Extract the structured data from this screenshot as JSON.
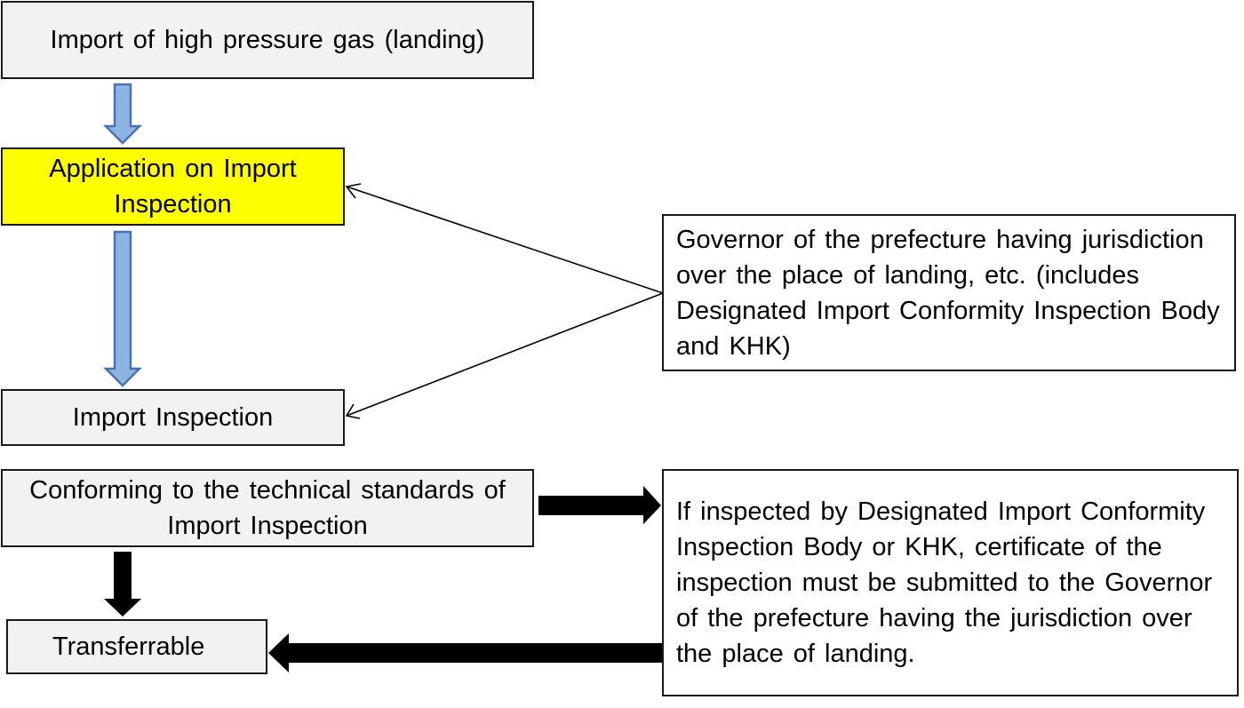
{
  "boxes": {
    "import_landing": "Import of high pressure gas (landing)",
    "application": "Application on Import Inspection",
    "import_inspection": "Import Inspection",
    "conforming": "Conforming to the technical standards of Import Inspection",
    "transferrable": "Transferrable",
    "governor": "Governor of the prefecture having jurisdiction over the place of landing, etc. (includes Designated Import Conformity Inspection Body and KHK)",
    "certificate_note": "If inspected by Designated Import Conformity Inspection Body or KHK, certificate of the inspection must be submitted to the Governor of the prefecture having the jurisdiction over the place of landing."
  },
  "colors": {
    "highlight_box": "#ffff00",
    "step_box": "#f2f2f2",
    "blue_arrow_fill": "#8eb4e3",
    "blue_arrow_stroke": "#4a72b0",
    "black_arrow": "#000000"
  }
}
